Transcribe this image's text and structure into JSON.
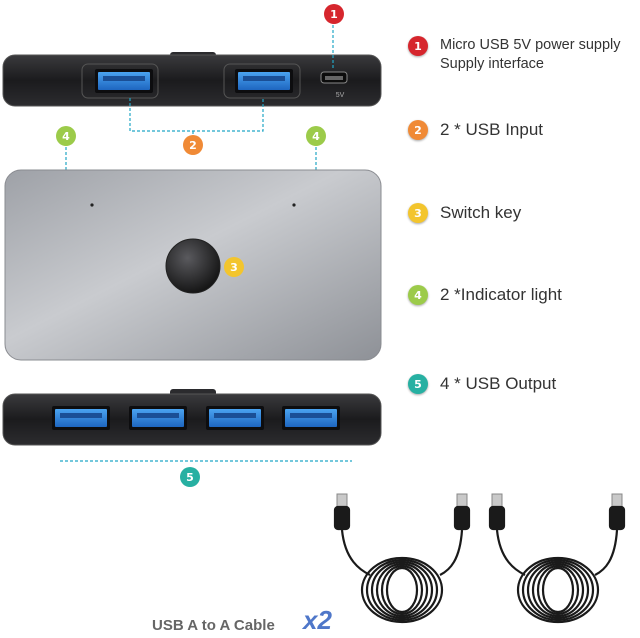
{
  "legend": [
    {
      "number": "1",
      "text": "Micro USB 5V power supply\nSupply interface",
      "color": "#d6262d"
    },
    {
      "number": "2",
      "text": "2 * USB Input",
      "color": "#f08a36"
    },
    {
      "number": "3",
      "text": "Switch key",
      "color": "#f3c52d"
    },
    {
      "number": "4",
      "text": "2 *Indicator light",
      "color": "#9ccb4a"
    },
    {
      "number": "5",
      "text": "4 * USB Output",
      "color": "#27b0a2"
    }
  ],
  "device": {
    "micro_usb_label": "5V"
  },
  "cable": {
    "label": "USB A to A Cable",
    "count": "x2"
  },
  "colors": {
    "usb_port_blue": "#2f86d8",
    "device_dark": "#1e1e1e",
    "device_silver": "#b5b8bd",
    "dotted_line": "#22a6c6"
  },
  "icons": [
    "micro-usb-port-icon",
    "usb-a-port-icon",
    "switch-key-icon",
    "indicator-light-icon",
    "usb-a-cable-icon"
  ]
}
